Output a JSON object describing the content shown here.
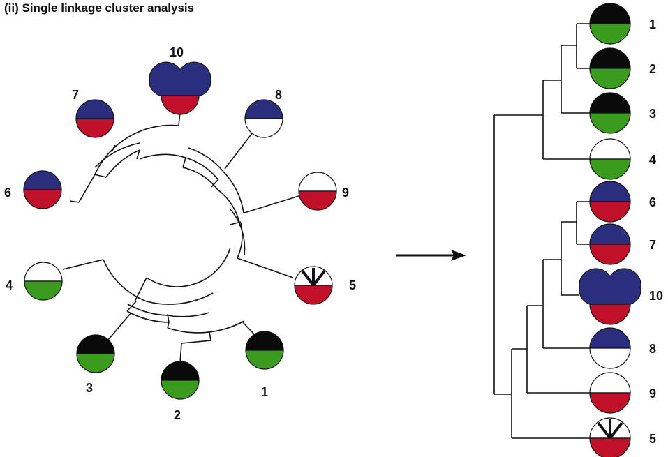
{
  "title": "(ii) Single linkage cluster analysis",
  "colors": {
    "black": "#0a0a0a",
    "green": "#3a9b1e",
    "navy": "#2b2e7c",
    "red": "#c0102a",
    "white": "#ffffff",
    "line": "#111111"
  },
  "specimens": {
    "s1": {
      "label": "1",
      "top": "black",
      "bottom": "green"
    },
    "s2": {
      "label": "2",
      "top": "black",
      "bottom": "green"
    },
    "s3": {
      "label": "3",
      "top": "black",
      "bottom": "green"
    },
    "s4": {
      "label": "4",
      "top": "white",
      "bottom": "green"
    },
    "s5": {
      "label": "5",
      "top": "white",
      "bottom": "red",
      "mark": "arrow"
    },
    "s6": {
      "label": "6",
      "top": "navy",
      "bottom": "red"
    },
    "s7": {
      "label": "7",
      "top": "navy",
      "bottom": "red"
    },
    "s8": {
      "label": "8",
      "top": "navy",
      "bottom": "white"
    },
    "s9": {
      "label": "9",
      "top": "white",
      "bottom": "red"
    },
    "s10": {
      "label": "10",
      "top": "navy",
      "bottom": "red",
      "shape": "double-lobe"
    }
  },
  "rectangular_tree_order": [
    "1",
    "2",
    "3",
    "4",
    "6",
    "7",
    "10",
    "8",
    "9",
    "5"
  ]
}
